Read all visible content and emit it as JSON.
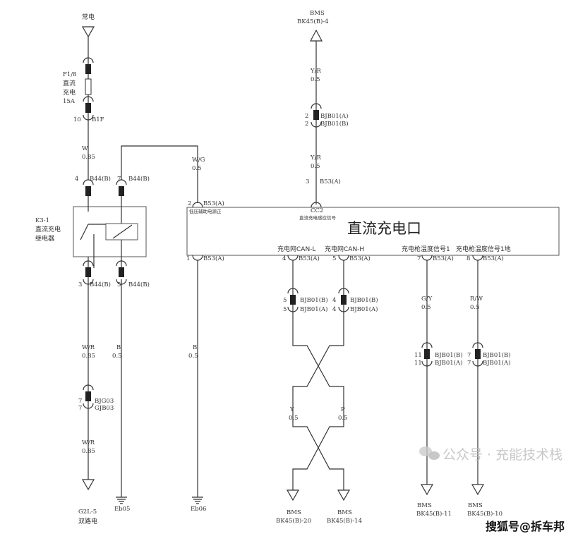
{
  "title": "直流充电口",
  "power": {
    "label": "常电"
  },
  "fuse": {
    "id": "F1/8",
    "name_1": "直流",
    "name_2": "充电",
    "rating": "15A",
    "pin": "10",
    "connector": "B1F"
  },
  "wires": {
    "w_085": {
      "color": "W",
      "size": "0.85"
    },
    "wg": {
      "color": "W/G",
      "size": "0.5"
    },
    "wr1": {
      "color": "W/R",
      "size": "0.85"
    },
    "wr2": {
      "color": "W/R",
      "size": "0.85"
    },
    "b_relay": {
      "color": "B",
      "size": "0.5"
    },
    "b_pin1": {
      "color": "B",
      "size": "0.5"
    },
    "yr1": {
      "color": "Y/R",
      "size": "0.5"
    },
    "yr2": {
      "color": "Y/R",
      "size": "0.5"
    },
    "y": {
      "color": "Y",
      "size": "0.5"
    },
    "p": {
      "color": "P",
      "size": "0.5"
    },
    "gy": {
      "color": "G/Y",
      "size": "0.5"
    },
    "rw": {
      "color": "R/W",
      "size": "0.5"
    }
  },
  "relay": {
    "id": "K3-1",
    "name_1": "直流充电",
    "name_2": "继电器",
    "pin4": "4",
    "pin7": "7",
    "pin3": "3",
    "pin5": "5",
    "connector": "B44(B)"
  },
  "bjg": {
    "pin": "7",
    "conn_b": "BJG03",
    "conn_a": "GJB03"
  },
  "outputs": {
    "g2l": {
      "id": "G2L-5",
      "name": "双路电"
    },
    "eb05": "Eb05",
    "eb06": "Eb06",
    "bms_top": {
      "name": "BMS",
      "pin": "BK45(B)-4"
    },
    "bms_20": {
      "name": "BMS",
      "pin": "BK45(B)-20"
    },
    "bms_14": {
      "name": "BMS",
      "pin": "BK45(B)-14"
    },
    "bms_11": {
      "name": "BMS",
      "pin": "BK45(B)-11"
    },
    "bms_10": {
      "name": "BMS",
      "pin": "BK45(B)-10"
    }
  },
  "port": {
    "connector": "B53(A)",
    "pin1": "1",
    "pin2": "2",
    "pin3": "3",
    "pin4": "4",
    "pin5": "5",
    "pin7": "7",
    "pin8": "8",
    "pin2_label": "低压辅助电源正",
    "cc2": "CC2",
    "cc2_label": "直流充电感应信号",
    "can_l": "充电网CAN-L",
    "can_h": "充电网CAN-H",
    "temp1": "充电枪温度信号1",
    "temp1_gnd": "充电枪温度信号1地"
  },
  "bjb": {
    "conn_a": "BJB01(A)",
    "conn_b": "BJB01(B)",
    "pin_cc2": "2",
    "pin_canl": "5",
    "pin_canh": "4",
    "pin_temp": "11",
    "pin_tempgnd": "7"
  },
  "watermark": {
    "wechat": "公众号 · 充能技术栈",
    "sohu": "搜狐号@拆车邦"
  }
}
